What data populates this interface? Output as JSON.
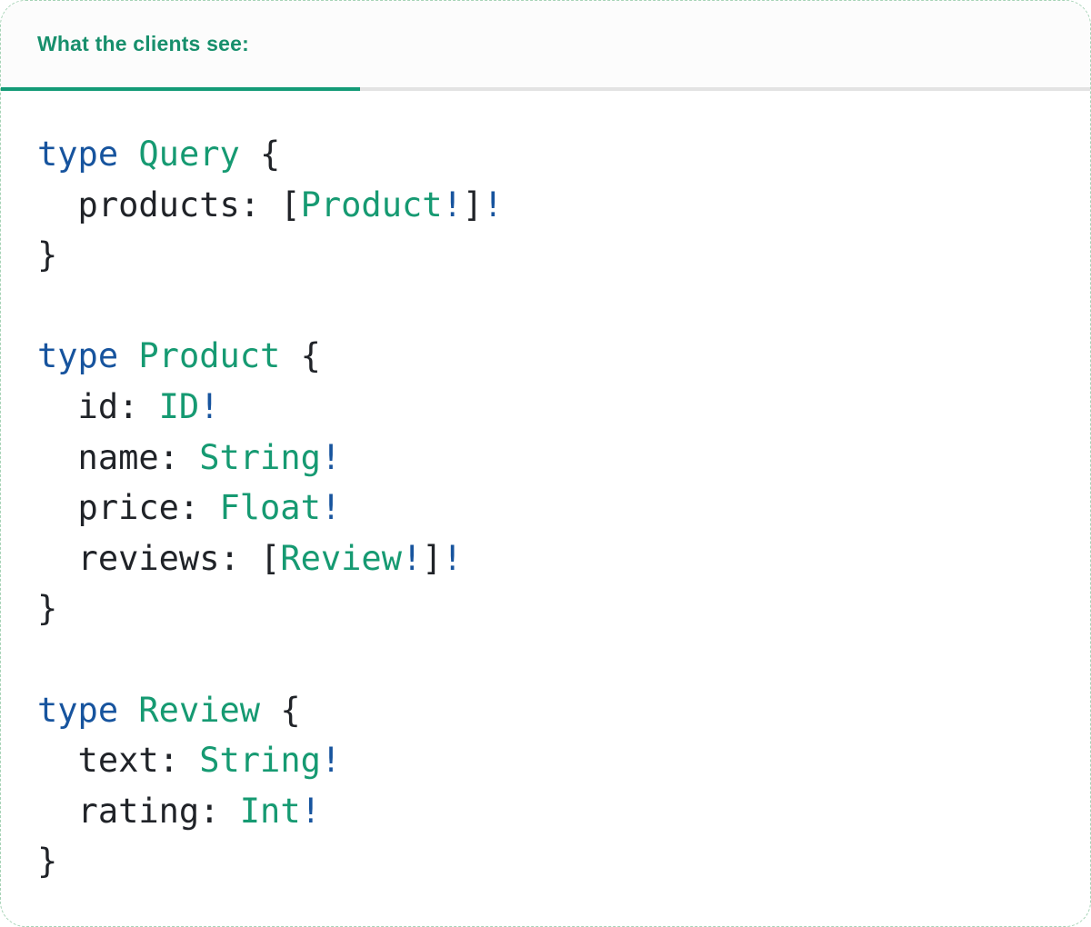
{
  "tab": {
    "label": "What the clients see:"
  },
  "colors": {
    "tab-accent": "#149b77",
    "tab-text": "#178f6c",
    "keyword": "#17549e",
    "type": "#169a72",
    "plain": "#202328",
    "bang": "#17549e",
    "underline-rest": "#e3e3e3",
    "card-border": "#a6d3b6",
    "tabstrip-bg": "#fcfcfc"
  },
  "code": {
    "language": "graphql",
    "lines": [
      {
        "tokens": [
          {
            "type": "keyword",
            "text": "type"
          },
          {
            "type": "plain",
            "text": " "
          },
          {
            "type": "type",
            "text": "Query"
          },
          {
            "type": "plain",
            "text": " {"
          }
        ]
      },
      {
        "tokens": [
          {
            "type": "plain",
            "text": "  products: ["
          },
          {
            "type": "type",
            "text": "Product"
          },
          {
            "type": "bang",
            "text": "!"
          },
          {
            "type": "plain",
            "text": "]"
          },
          {
            "type": "bang",
            "text": "!"
          }
        ]
      },
      {
        "tokens": [
          {
            "type": "plain",
            "text": "}"
          }
        ]
      },
      {
        "tokens": []
      },
      {
        "tokens": [
          {
            "type": "keyword",
            "text": "type"
          },
          {
            "type": "plain",
            "text": " "
          },
          {
            "type": "type",
            "text": "Product"
          },
          {
            "type": "plain",
            "text": " {"
          }
        ]
      },
      {
        "tokens": [
          {
            "type": "plain",
            "text": "  id: "
          },
          {
            "type": "type",
            "text": "ID"
          },
          {
            "type": "bang",
            "text": "!"
          }
        ]
      },
      {
        "tokens": [
          {
            "type": "plain",
            "text": "  name: "
          },
          {
            "type": "type",
            "text": "String"
          },
          {
            "type": "bang",
            "text": "!"
          }
        ]
      },
      {
        "tokens": [
          {
            "type": "plain",
            "text": "  price: "
          },
          {
            "type": "type",
            "text": "Float"
          },
          {
            "type": "bang",
            "text": "!"
          }
        ]
      },
      {
        "tokens": [
          {
            "type": "plain",
            "text": "  reviews: ["
          },
          {
            "type": "type",
            "text": "Review"
          },
          {
            "type": "bang",
            "text": "!"
          },
          {
            "type": "plain",
            "text": "]"
          },
          {
            "type": "bang",
            "text": "!"
          }
        ]
      },
      {
        "tokens": [
          {
            "type": "plain",
            "text": "}"
          }
        ]
      },
      {
        "tokens": []
      },
      {
        "tokens": [
          {
            "type": "keyword",
            "text": "type"
          },
          {
            "type": "plain",
            "text": " "
          },
          {
            "type": "type",
            "text": "Review"
          },
          {
            "type": "plain",
            "text": " {"
          }
        ]
      },
      {
        "tokens": [
          {
            "type": "plain",
            "text": "  text: "
          },
          {
            "type": "type",
            "text": "String"
          },
          {
            "type": "bang",
            "text": "!"
          }
        ]
      },
      {
        "tokens": [
          {
            "type": "plain",
            "text": "  rating: "
          },
          {
            "type": "type",
            "text": "Int"
          },
          {
            "type": "bang",
            "text": "!"
          }
        ]
      },
      {
        "tokens": [
          {
            "type": "plain",
            "text": "}"
          }
        ]
      }
    ]
  }
}
